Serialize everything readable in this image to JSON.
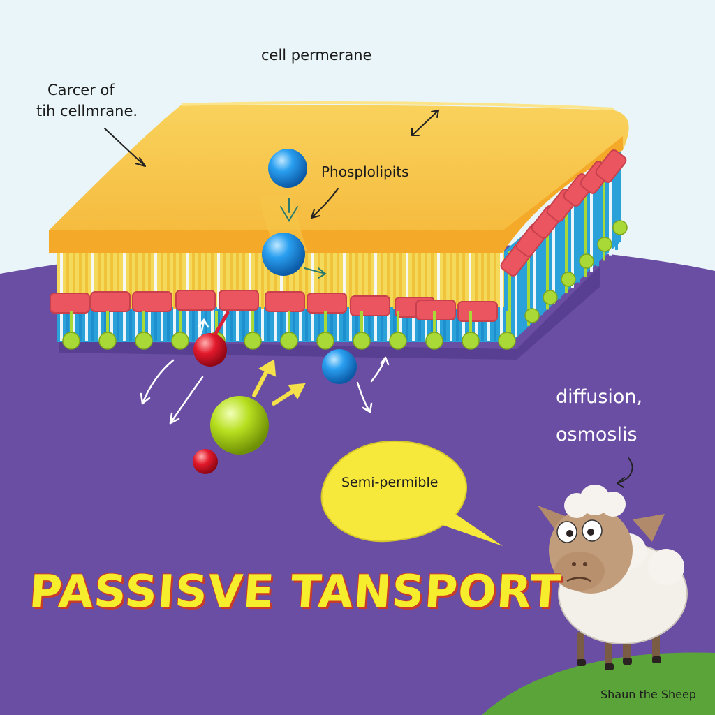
{
  "labels": {
    "top": "cell permerane",
    "callout_line1": "Carcer of",
    "callout_line2": "tih cellmrane.",
    "phospholipid": "Phosplolipits",
    "process_1": "diffusion,",
    "process_2": "osmoslis",
    "bubble": "Semi-permible",
    "main_title": "PASSISVE TANSPORT",
    "credit": "Shaun the Sheep"
  },
  "colors": {
    "sky": "#e9f5f8",
    "ground": "#6a4ea3",
    "membrane_top": "#f6c443",
    "membrane_edge": "#f5a929",
    "tail_yellow": "#f2d049",
    "tail_blue": "#2aa2d9",
    "protein_red": "#ea5560",
    "head_green": "#a8d936",
    "molecule_blue": "#1f8ee0",
    "molecule_red": "#e31a2c",
    "molecule_green": "#b7df1f",
    "bubble": "#f6e93b",
    "title_yellow": "#f6ee2c",
    "title_outline": "#c83a2a",
    "grass": "#5aa43a"
  },
  "icons": {
    "character": "sheep-icon",
    "molecule": "sphere-icon",
    "arrow": "arrow-icon"
  }
}
